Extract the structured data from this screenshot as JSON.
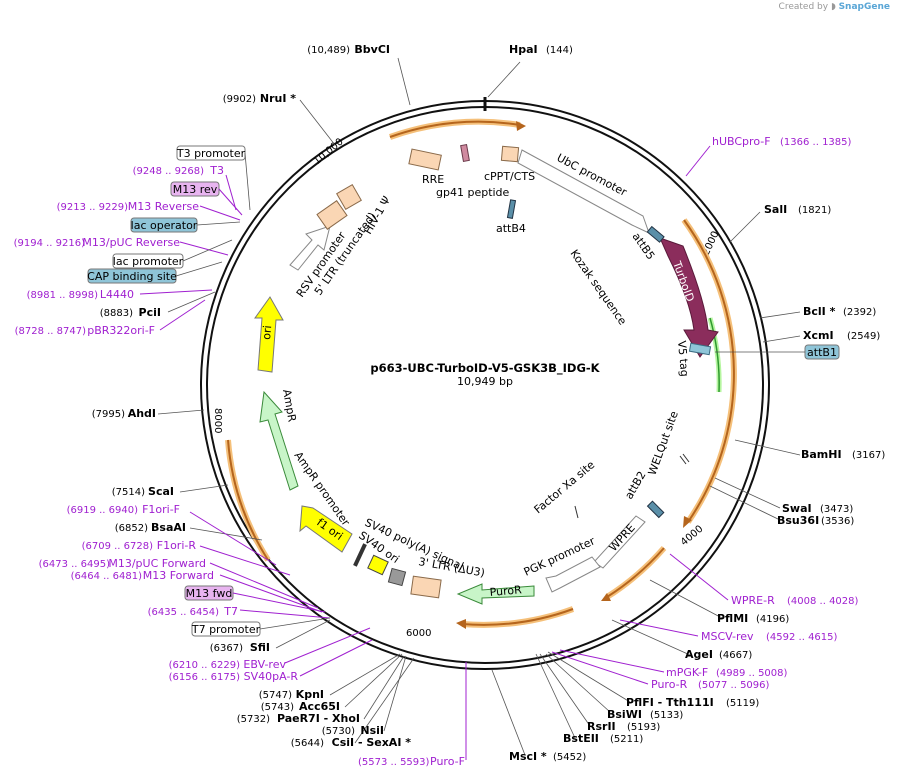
{
  "credit": {
    "prefix": "Created by",
    "brand": "SnapGene"
  },
  "plasmid": {
    "name": "p663-UBC-TurboID-V5-GSK3B_IDG-K",
    "size_label": "10,949 bp",
    "length": 10949
  },
  "ticks": [
    {
      "label": "2000",
      "bp": 2000
    },
    {
      "label": "4000",
      "bp": 4000
    },
    {
      "label": "6000",
      "bp": 6000
    },
    {
      "label": "8000",
      "bp": 8000
    },
    {
      "label": "10,000",
      "bp": 10000
    }
  ],
  "sites_right": [
    {
      "name": "HpaI",
      "pos": "(144)"
    },
    {
      "name": "SalI",
      "pos": "(1821)"
    },
    {
      "name": "BclI *",
      "pos": "(2392)"
    },
    {
      "name": "XcmI",
      "pos": "(2549)"
    },
    {
      "name": "BamHI",
      "pos": "(3167)"
    },
    {
      "name": "SwaI",
      "pos": "(3473)"
    },
    {
      "name": "Bsu36I",
      "pos": "(3536)"
    },
    {
      "name": "PflMI",
      "pos": "(4196)"
    },
    {
      "name": "AgeI",
      "pos": "(4667)"
    },
    {
      "name": "PflFI - Tth111I",
      "pos": "(5119)"
    },
    {
      "name": "BsiWI",
      "pos": "(5133)"
    },
    {
      "name": "RsrII",
      "pos": "(5193)"
    },
    {
      "name": "BstEII",
      "pos": "(5211)"
    },
    {
      "name": "MscI *",
      "pos": "(5452)"
    }
  ],
  "sites_left": [
    {
      "name": "BbvCI",
      "pos": "(10,489)"
    },
    {
      "name": "NruI *",
      "pos": "(9902)"
    },
    {
      "name": "PciI",
      "pos": "(8883)"
    },
    {
      "name": "AhdI",
      "pos": "(7995)"
    },
    {
      "name": "ScaI",
      "pos": "(7514)"
    },
    {
      "name": "BsaAI",
      "pos": "(6852)"
    },
    {
      "name": "SfiI",
      "pos": "(6367)"
    },
    {
      "name": "KpnI",
      "pos": "(5747)"
    },
    {
      "name": "Acc65I",
      "pos": "(5743)"
    },
    {
      "name": "PaeR7I - XhoI",
      "pos": "(5732)"
    },
    {
      "name": "NsiI",
      "pos": "(5730)"
    },
    {
      "name": "CsiI - SexAI *",
      "pos": "(5644)"
    }
  ],
  "primers_right": [
    {
      "name": "hUBCpro-F",
      "pos": "(1366 .. 1385)"
    },
    {
      "name": "WPRE-R",
      "pos": "(4008 .. 4028)"
    },
    {
      "name": "MSCV-rev",
      "pos": "(4592 .. 4615)"
    },
    {
      "name": "mPGK-F",
      "pos": "(4989 .. 5008)"
    },
    {
      "name": "Puro-R",
      "pos": "(5077 .. 5096)"
    },
    {
      "name": "Puro-F",
      "pos": "(5573 .. 5593)"
    }
  ],
  "primers_left": [
    {
      "name": "T3",
      "pos": "(9248 .. 9268)"
    },
    {
      "name": "M13 Reverse",
      "pos": "(9213 .. 9229)"
    },
    {
      "name": "M13/pUC Reverse",
      "pos": "(9194 .. 9216)"
    },
    {
      "name": "L4440",
      "pos": "(8981 .. 8998)"
    },
    {
      "name": "pBR322ori-F",
      "pos": "(8728 .. 8747)"
    },
    {
      "name": "F1ori-F",
      "pos": "(6919 .. 6940)"
    },
    {
      "name": "F1ori-R",
      "pos": "(6709 .. 6728)"
    },
    {
      "name": "M13/pUC Forward",
      "pos": "(6473 .. 6495)"
    },
    {
      "name": "M13 Forward",
      "pos": "(6464 .. 6481)"
    },
    {
      "name": "T7",
      "pos": "(6435 .. 6454)"
    },
    {
      "name": "EBV-rev",
      "pos": "(6210 .. 6229)"
    },
    {
      "name": "SV40pA-R",
      "pos": "(6156 .. 6175)"
    }
  ],
  "boxes": [
    {
      "label": "T3 promoter",
      "color": "#ffffff"
    },
    {
      "label": "M13 rev",
      "color": "#e8b4f0"
    },
    {
      "label": "lac operator",
      "color": "#8fc5d8"
    },
    {
      "label": "lac promoter",
      "color": "#ffffff"
    },
    {
      "label": "CAP binding site",
      "color": "#8fc5d8"
    },
    {
      "label": "attB1",
      "color": "#8fc5d8"
    },
    {
      "label": "M13 fwd",
      "color": "#e8b4f0"
    },
    {
      "label": "T7 promoter",
      "color": "#ffffff"
    }
  ],
  "features": [
    {
      "label": "UbC promoter"
    },
    {
      "label": "TurboID"
    },
    {
      "label": "V5 tag"
    },
    {
      "label": "attB5"
    },
    {
      "label": "attB4"
    },
    {
      "label": "attB2"
    },
    {
      "label": "Kozak sequence"
    },
    {
      "label": "WELQut site"
    },
    {
      "label": "Factor Xa site"
    },
    {
      "label": "WPRE"
    },
    {
      "label": "PGK promoter"
    },
    {
      "label": "PuroR"
    },
    {
      "label": "3' LTR (ΔU3)"
    },
    {
      "label": "SV40 poly(A) signal"
    },
    {
      "label": "SV40 ori"
    },
    {
      "label": "f1 ori"
    },
    {
      "label": "AmpR promoter"
    },
    {
      "label": "AmpR"
    },
    {
      "label": "ori"
    },
    {
      "label": "RSV promoter"
    },
    {
      "label": "5' LTR (truncated)"
    },
    {
      "label": "HIV-1 Ψ"
    },
    {
      "label": "RRE"
    },
    {
      "label": "gp41 peptide"
    },
    {
      "label": "cPPT/CTS"
    }
  ],
  "colors": {
    "backbone": "#111111",
    "primer": "#a020d0",
    "orf_outline": "#f5c07a",
    "orf_arrow": "#b5651d",
    "turboid": "#8b2d5c",
    "amp": "#c8f5c8",
    "ori": "#ffff00",
    "ltr": "#fad6b4",
    "attb": "#5a8fa8"
  }
}
